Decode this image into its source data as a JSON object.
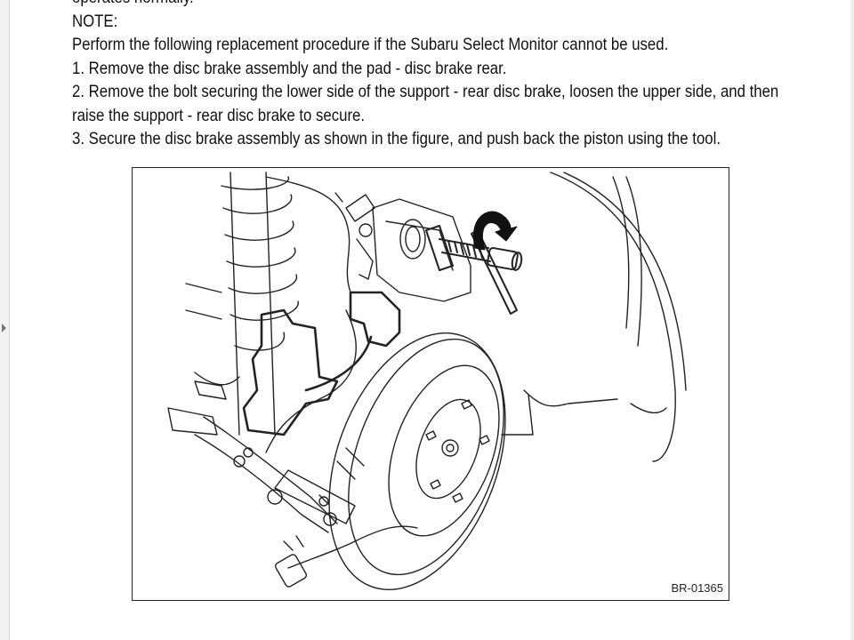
{
  "page": {
    "partial_top_line": "operates normally.",
    "note_heading": "NOTE:",
    "note_intro": "Perform the following replacement procedure if the Subaru Select Monitor cannot be used.",
    "steps": [
      "1.  Remove the disc brake assembly and the pad - disc brake rear.",
      "2.  Remove the bolt securing the lower side of the support - rear disc brake, loosen the upper side, and then",
      "raise the support - rear disc brake to secure.",
      "3.  Secure the disc brake assembly as shown in the figure, and push back the piston using the tool."
    ]
  },
  "figure": {
    "id_label": "BR-01365",
    "icons": [
      "rotation-arrow-icon",
      "tool-handle",
      "disc-rotor",
      "caliper-assembly",
      "suspension-spring",
      "brake-hose"
    ]
  }
}
